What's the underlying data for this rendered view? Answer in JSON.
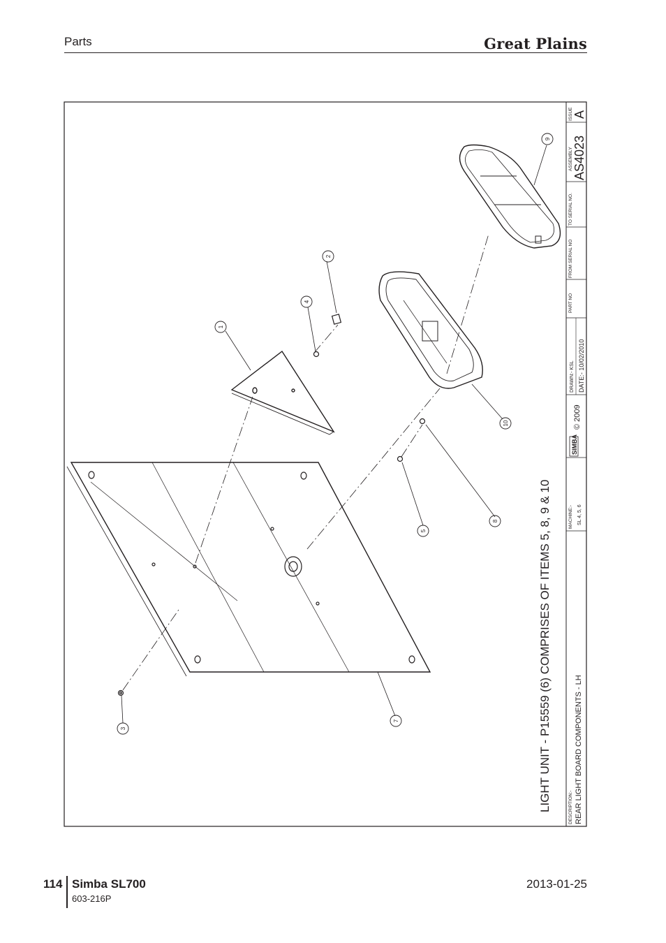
{
  "header": {
    "section": "Parts",
    "brand": "Great Plains"
  },
  "footer": {
    "page_number": "114",
    "model": "Simba SL700",
    "part_number": "603-216P",
    "date": "2013-01-25"
  },
  "drawing": {
    "note": "LIGHT UNIT - P15559 (6) COMPRISES OF ITEMS 5, 8, 9 & 10",
    "callouts": [
      "1",
      "2",
      "3",
      "4",
      "5",
      "7",
      "8",
      "9",
      "10"
    ],
    "title_block": {
      "description_label": "DESCRIPTION:-",
      "description": "REAR LIGHT BOARD COMPONENTS - LH",
      "machine_label": "MACHINE:-",
      "machine": "SL 4, 5, 6",
      "logo": "SIMBA",
      "copyright": "© 2009",
      "drawn": "DRAWN:-  KSL",
      "date": "DATE:-  10/02/2010",
      "part_no_label": "PART NO",
      "from_serial_label": "FROM SERIAL NO",
      "to_serial_label": "TO SERIAL NO.",
      "assembly_label": "ASSEMBLY",
      "assembly": "AS4023",
      "issue_label": "ISSUE",
      "issue": "A"
    }
  }
}
